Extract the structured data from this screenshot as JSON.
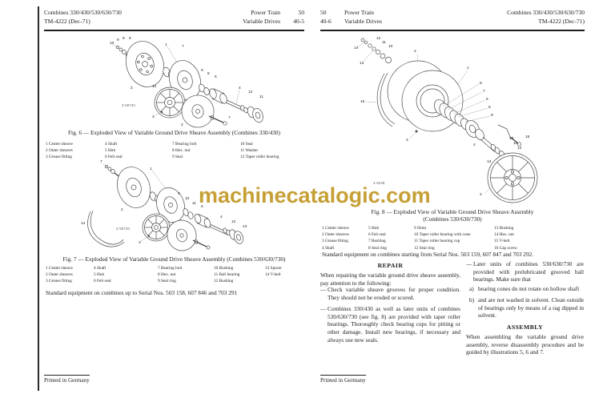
{
  "watermark": "machinecatalogic.com",
  "left_page": {
    "header": {
      "model": "Combines 330/430/530/630/730",
      "tm": "TM-4222 (Dec-71)",
      "section": "Power Train",
      "section_page": "50",
      "sub": "Variable Drives",
      "sub_page": "40-5"
    },
    "fig6": {
      "caption": "Fig. 6 — Exploded View of Variable Ground Drive Sheave Assembly (Combines 330/430)",
      "code": "Z 58734",
      "parts_columns": [
        [
          "1 Center sheave",
          "2 Outer sheaves",
          "3 Grease fitting"
        ],
        [
          "4 Shaft",
          "5 Hub",
          "6 Felt seal"
        ],
        [
          "7 Bearing bolt",
          "8 Hex. nut",
          "9 Seal"
        ],
        [
          "10 Seal",
          "11 Washer",
          "12 Taper roller bearing"
        ]
      ],
      "callouts": [
        "10",
        "9",
        "8",
        "6",
        "2",
        "12",
        "1",
        "7",
        "9",
        "8",
        "5",
        "4",
        "12",
        "11",
        "3",
        "2",
        "7"
      ]
    },
    "fig7": {
      "caption": "Fig. 7 — Exploded View of Variable Ground Drive Sheave Assembly (Combines 530/630/730)",
      "code": "Z 59733",
      "parts_columns": [
        [
          "1 Center sheave",
          "2 Outer sheaves",
          "3 Grease fitting"
        ],
        [
          "4 Shaft",
          "5 Hub",
          "6 Felt seal"
        ],
        [
          "7 Bearing bolt",
          "8 Hex. nut",
          "9 Seal ring"
        ],
        [
          "10 Bushing",
          "11 Ball bearing",
          "12 Bushing"
        ],
        [
          "13 Spacer",
          "14 V-belt"
        ]
      ],
      "callouts": [
        "7",
        "1",
        "9",
        "10",
        "11",
        "5",
        "4",
        "12",
        "13",
        "2",
        "3",
        "14"
      ],
      "note": "Standard equipment on combines up to Serial Nos. 503 158, 607 846 and 703 291"
    },
    "footer": "Printed in Germany"
  },
  "right_page": {
    "header": {
      "page": "50",
      "section": "Power Train",
      "sub_page": "40-6",
      "sub": "Variable Drives",
      "model": "Combines 330/430/530/630/730",
      "tm": "TM-4222 (Dec-71)"
    },
    "fig8": {
      "caption_line1": "Fig. 8 — Exploded View of Variable Ground Drive Sheave Assembly",
      "caption_line2": "(Combines 530/630/730)",
      "code": "Z 5228",
      "parts_columns": [
        [
          "1 Center sheave",
          "2 Outer sheaves",
          "3 Grease fitting",
          "4 Shaft"
        ],
        [
          "5 Hub",
          "6 Felt seal",
          "7 Bushing",
          "8 Seal ring"
        ],
        [
          "9 Shim",
          "10 Taper roller bearing with cone",
          "11 Taper roller bearing cup",
          "12 Seal ring"
        ],
        [
          "13 Bushing",
          "14 Hex. nut",
          "15 V-belt",
          "16 Cap screw"
        ]
      ],
      "callouts": [
        "14",
        "13",
        "12",
        "11",
        "10",
        "15",
        "2",
        "1",
        "8",
        "7",
        "5",
        "6",
        "9",
        "3",
        "4",
        "10",
        "11",
        "12",
        "13",
        "16",
        "2"
      ],
      "note": "Standard equipment on combines starting from Serial Nos. 503 159, 607 847 and 703 292."
    },
    "repair": {
      "heading": "REPAIR",
      "bullet": "—",
      "intro": "When repairing the variable ground drive sheave assembly, pay attention to the following:",
      "item1": "Check variable sheave grooves for proper condition. They should not be eroded or scored.",
      "item2": "Combines 330/430 as well as later units of combines 530/630/730 (see fig. 8) are provided with taper roller bearings. Thoroughly check bearing cups for pitting or other damage. Install new bearings, if necessary and always use new seals.",
      "item3": "Later units of combines 530/630/730 are provided with prelubricated grooved ball bearings. Make sure that",
      "item3a_label": "a)",
      "item3a": "bearing cones do not rotate on hollow shaft",
      "item3b_label": "b)",
      "item3b": "and are not washed in solvent. Clean outside of bearings only by means of a rag dipped in solvent."
    },
    "assembly": {
      "heading": "ASSEMBLY",
      "text": "When assembling the variable ground drive assembly, reverse disassembly procedure and be guided by illustrations 5, 6 and 7."
    },
    "footer": "Printed in Germany"
  }
}
